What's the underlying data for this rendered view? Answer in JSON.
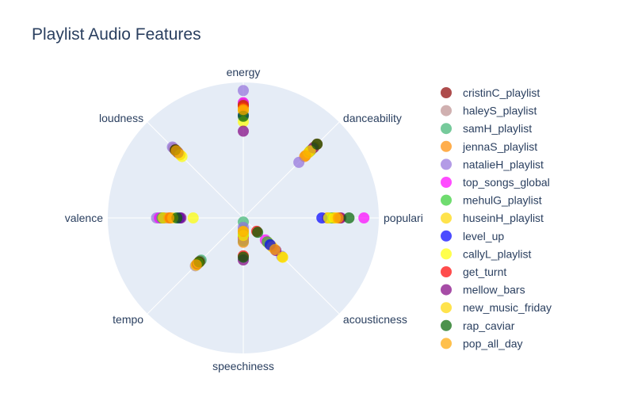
{
  "chart_data": {
    "type": "scatter",
    "subtype": "polar",
    "title": "Playlist Audio Features",
    "axes": [
      "popularity",
      "danceability",
      "energy",
      "loudness",
      "valence",
      "tempo",
      "speechiness",
      "acousticness"
    ],
    "axis_labels": [
      "populari",
      "danceability",
      "energy",
      "loudness",
      "valence",
      "tempo",
      "speechiness",
      "acousticness"
    ],
    "radial_range": [
      0,
      1
    ],
    "grid": true,
    "legend_position": "right",
    "series": [
      {
        "name": "cristinC_playlist",
        "color": "#8B0000",
        "values": [
          0.63,
          0.7,
          0.84,
          0.7,
          0.59,
          0.45,
          0.14,
          0.25
        ]
      },
      {
        "name": "haleyS_playlist",
        "color": "#BC8F8F",
        "values": [
          0.64,
          0.65,
          0.85,
          0.73,
          0.57,
          0.5,
          0.09,
          0.29
        ]
      },
      {
        "name": "samH_playlist",
        "color": "#3CB371",
        "values": [
          0.65,
          0.71,
          0.8,
          0.69,
          0.61,
          0.44,
          0.03,
          0.27
        ]
      },
      {
        "name": "jennaS_playlist",
        "color": "#FF8C00",
        "values": [
          0.62,
          0.64,
          0.82,
          0.69,
          0.6,
          0.47,
          0.18,
          0.26
        ]
      },
      {
        "name": "natalieH_playlist",
        "color": "#9370DB",
        "values": [
          0.66,
          0.58,
          0.94,
          0.74,
          0.64,
          0.46,
          0.07,
          0.4
        ]
      },
      {
        "name": "top_songs_global",
        "color": "#FF00FF",
        "values": [
          0.89,
          0.74,
          0.85,
          0.71,
          0.62,
          0.46,
          0.16,
          0.23
        ]
      },
      {
        "name": "mehulG_playlist",
        "color": "#32CD32",
        "values": [
          0.66,
          0.69,
          0.83,
          0.69,
          0.6,
          0.46,
          0.12,
          0.25
        ]
      },
      {
        "name": "huseinH_playlist",
        "color": "#FFD700",
        "values": [
          0.67,
          0.68,
          0.81,
          0.68,
          0.59,
          0.47,
          0.1,
          0.3
        ]
      },
      {
        "name": "level_up",
        "color": "#0000FF",
        "values": [
          0.58,
          0.74,
          0.76,
          0.7,
          0.47,
          0.48,
          0.17,
          0.28
        ]
      },
      {
        "name": "callyL_playlist",
        "color": "#FFFF00",
        "values": [
          0.63,
          0.74,
          0.71,
          0.64,
          0.37,
          0.49,
          0.13,
          0.41
        ]
      },
      {
        "name": "get_turnt",
        "color": "#FF0000",
        "values": [
          0.71,
          0.77,
          0.83,
          0.71,
          0.54,
          0.46,
          0.28,
          0.14
        ]
      },
      {
        "name": "mellow_bars",
        "color": "#800080",
        "values": [
          0.72,
          0.73,
          0.64,
          0.68,
          0.46,
          0.48,
          0.31,
          0.34
        ]
      },
      {
        "name": "new_music_friday",
        "color": "#FFD700",
        "values": [
          0.68,
          0.7,
          0.79,
          0.66,
          0.52,
          0.47,
          0.17,
          0.41
        ]
      },
      {
        "name": "rap_caviar",
        "color": "#006400",
        "values": [
          0.78,
          0.77,
          0.75,
          0.71,
          0.49,
          0.46,
          0.29,
          0.15
        ]
      },
      {
        "name": "pop_all_day",
        "color": "#FFA500",
        "values": [
          0.7,
          0.65,
          0.8,
          0.7,
          0.55,
          0.49,
          0.1,
          0.33
        ]
      }
    ]
  }
}
